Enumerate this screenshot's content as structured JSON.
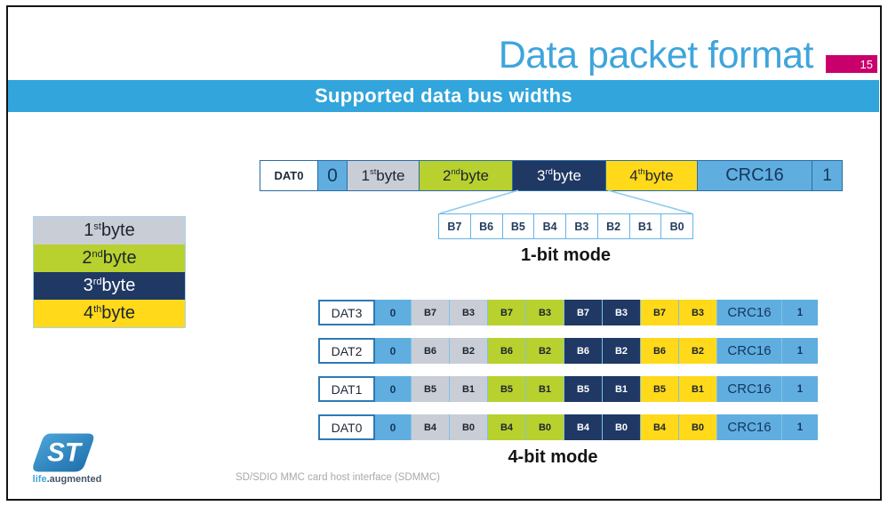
{
  "slide": {
    "title": "Data packet format",
    "page_number": "15",
    "banner": "Supported data bus widths",
    "footer_caption": "SD/SDIO MMC  card host interface (SDMMC)"
  },
  "logo": {
    "brand": "ST",
    "tagline_life": "life",
    "tagline_rest": ".augmented"
  },
  "colors": {
    "title_blue": "#3FA5DC",
    "band_blue": "#31A5DC",
    "cell_blue": "#5FAEDF",
    "byte1_gray": "#C9CDD6",
    "byte2_green": "#B8D12E",
    "byte3_navy": "#1F3864",
    "byte4_yellow": "#FFD91A",
    "badge_magenta": "#C9006B"
  },
  "legend": [
    {
      "pre": "1",
      "sup": "st",
      "post": " byte",
      "byte": "gray"
    },
    {
      "pre": "2",
      "sup": "nd",
      "post": " byte",
      "byte": "green"
    },
    {
      "pre": "3",
      "sup": "rd",
      "post": " byte",
      "byte": "navy"
    },
    {
      "pre": "4",
      "sup": "th",
      "post": " byte",
      "byte": "yellow"
    }
  ],
  "one_bit": {
    "mode_label": "1-bit mode",
    "dat_label": "DAT0",
    "start_bit": "0",
    "bytes": [
      {
        "pre": "1",
        "sup": "st",
        "post": " byte"
      },
      {
        "pre": "2",
        "sup": "nd",
        "post": " byte"
      },
      {
        "pre": "3",
        "sup": "rd",
        "post": " byte"
      },
      {
        "pre": "4",
        "sup": "th",
        "post": " byte"
      }
    ],
    "crc_label": "CRC16",
    "end_bit": "1",
    "bits": [
      "B7",
      "B6",
      "B5",
      "B4",
      "B3",
      "B2",
      "B1",
      "B0"
    ]
  },
  "four_bit": {
    "mode_label": "4-bit mode",
    "cell_types": [
      "blue",
      "gray",
      "gray",
      "green",
      "green",
      "navy",
      "navy",
      "yellow",
      "yellow",
      "blue",
      "blue"
    ],
    "rows": [
      {
        "dat": "DAT3",
        "cells": [
          "0",
          "B7",
          "B3",
          "B7",
          "B3",
          "B7",
          "B3",
          "B7",
          "B3",
          "CRC16",
          "1"
        ]
      },
      {
        "dat": "DAT2",
        "cells": [
          "0",
          "B6",
          "B2",
          "B6",
          "B2",
          "B6",
          "B2",
          "B6",
          "B2",
          "CRC16",
          "1"
        ]
      },
      {
        "dat": "DAT1",
        "cells": [
          "0",
          "B5",
          "B1",
          "B5",
          "B1",
          "B5",
          "B1",
          "B5",
          "B1",
          "CRC16",
          "1"
        ]
      },
      {
        "dat": "DAT0",
        "cells": [
          "0",
          "B4",
          "B0",
          "B4",
          "B0",
          "B4",
          "B0",
          "B4",
          "B0",
          "CRC16",
          "1"
        ]
      }
    ]
  }
}
